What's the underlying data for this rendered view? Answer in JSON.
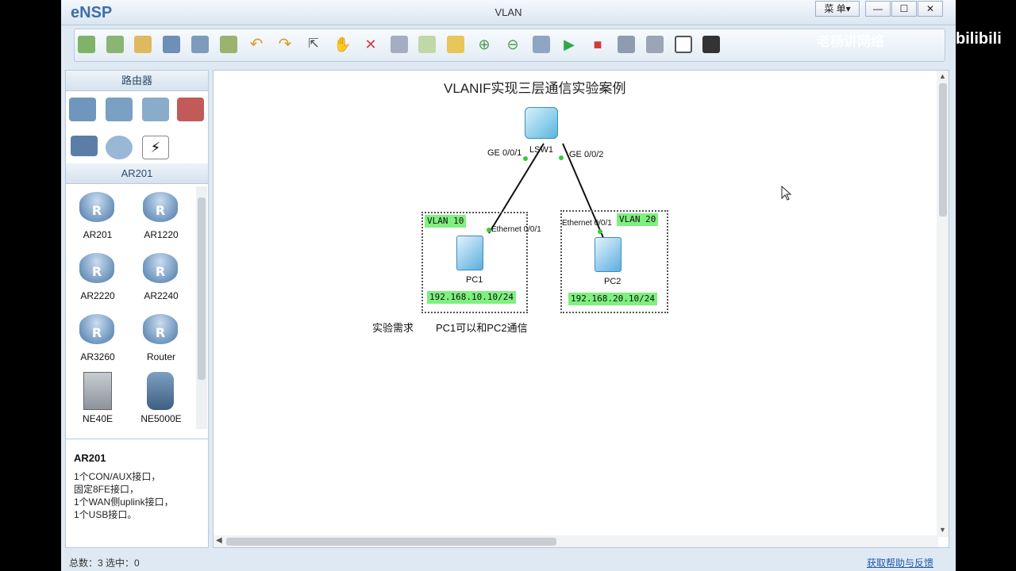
{
  "window": {
    "app_name": "eNSP",
    "title": "VLAN",
    "menu_label": "菜 单▾",
    "min": "—",
    "max": "☐",
    "close": "✕"
  },
  "toolbar": {
    "icons": [
      "new-topology-icon",
      "new-example-icon",
      "open-icon",
      "save-icon",
      "save-as-icon",
      "print-icon",
      "undo-icon",
      "redo-icon",
      "select-icon",
      "pan-hand-icon",
      "delete-icon",
      "delete-link-icon",
      "text-icon",
      "rectangle-icon",
      "zoom-in-icon",
      "zoom-out-icon",
      "fit-icon",
      "start-icon",
      "stop-icon",
      "capture-icon",
      "topology-icon",
      "interface-icon",
      "screenshot-icon"
    ]
  },
  "sidebar": {
    "section_title": "路由器",
    "subsection_title": "AR201",
    "devices": [
      "AR201",
      "AR1220",
      "AR2220",
      "AR2240",
      "AR3260",
      "Router",
      "NE40E",
      "NE5000E"
    ],
    "description": {
      "title": "AR201",
      "lines": [
        "1个CON/AUX接口，",
        "固定8FE接口，",
        "1个WAN侧uplink接口，",
        "1个USB接口。"
      ]
    }
  },
  "canvas": {
    "title": "VLANIF实现三层通信实验案例",
    "switch_label": "LSW1",
    "port_left": "GE 0/0/1",
    "port_right": "GE 0/0/2",
    "vlan1": {
      "tag": "VLAN 10",
      "pc": "PC1",
      "eth": "Ethernet 0/0/1",
      "ip": "192.168.10.10/24"
    },
    "vlan2": {
      "tag": "VLAN 20",
      "pc": "PC2",
      "eth": "Ethernet 0/0/1",
      "ip": "192.168.20.10/24"
    },
    "req_label": "实验需求",
    "req_text": "PC1可以和PC2通信"
  },
  "status": {
    "counts": "总数：3 选中：0",
    "help_link": "获取帮助与反馈"
  },
  "watermark": {
    "text": "老杨讲网络",
    "brand": "bilibili"
  },
  "colors": {
    "vlan_tag": "#7ff07f",
    "link_dot": "#3cc83c"
  }
}
